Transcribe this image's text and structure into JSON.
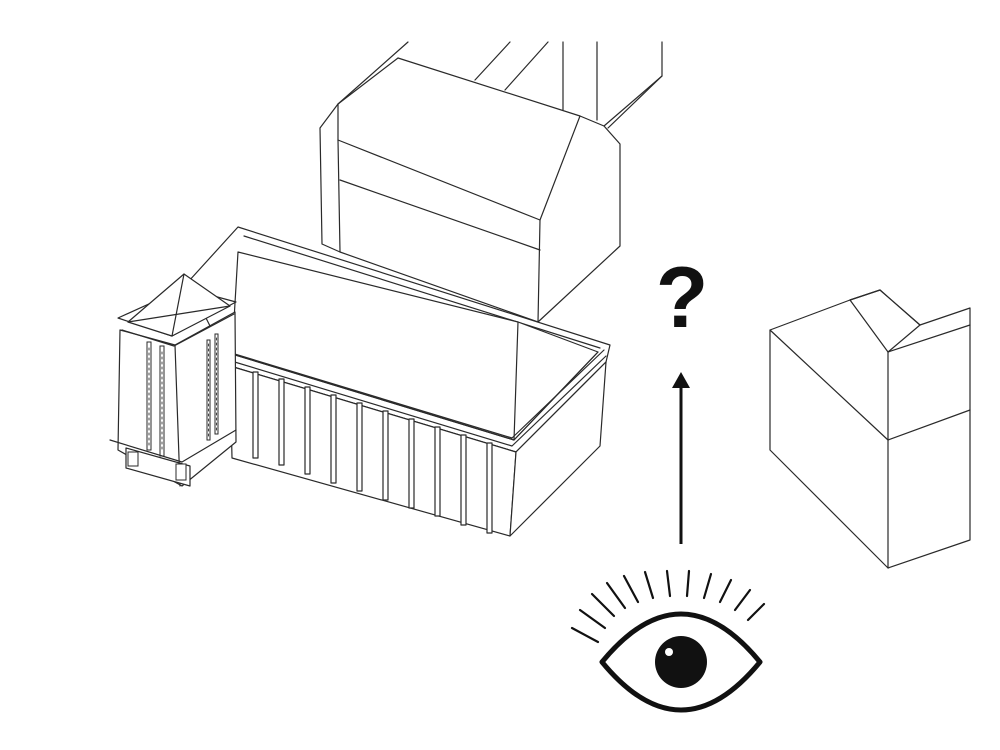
{
  "diagram": {
    "question_mark": "?",
    "colors": {
      "background": "#ffffff",
      "line": "#2a2a2a",
      "ink": "#111111"
    },
    "elements": [
      "back-building",
      "right-building",
      "main-building",
      "tower",
      "view-arrow",
      "question-mark",
      "eye-icon"
    ]
  }
}
